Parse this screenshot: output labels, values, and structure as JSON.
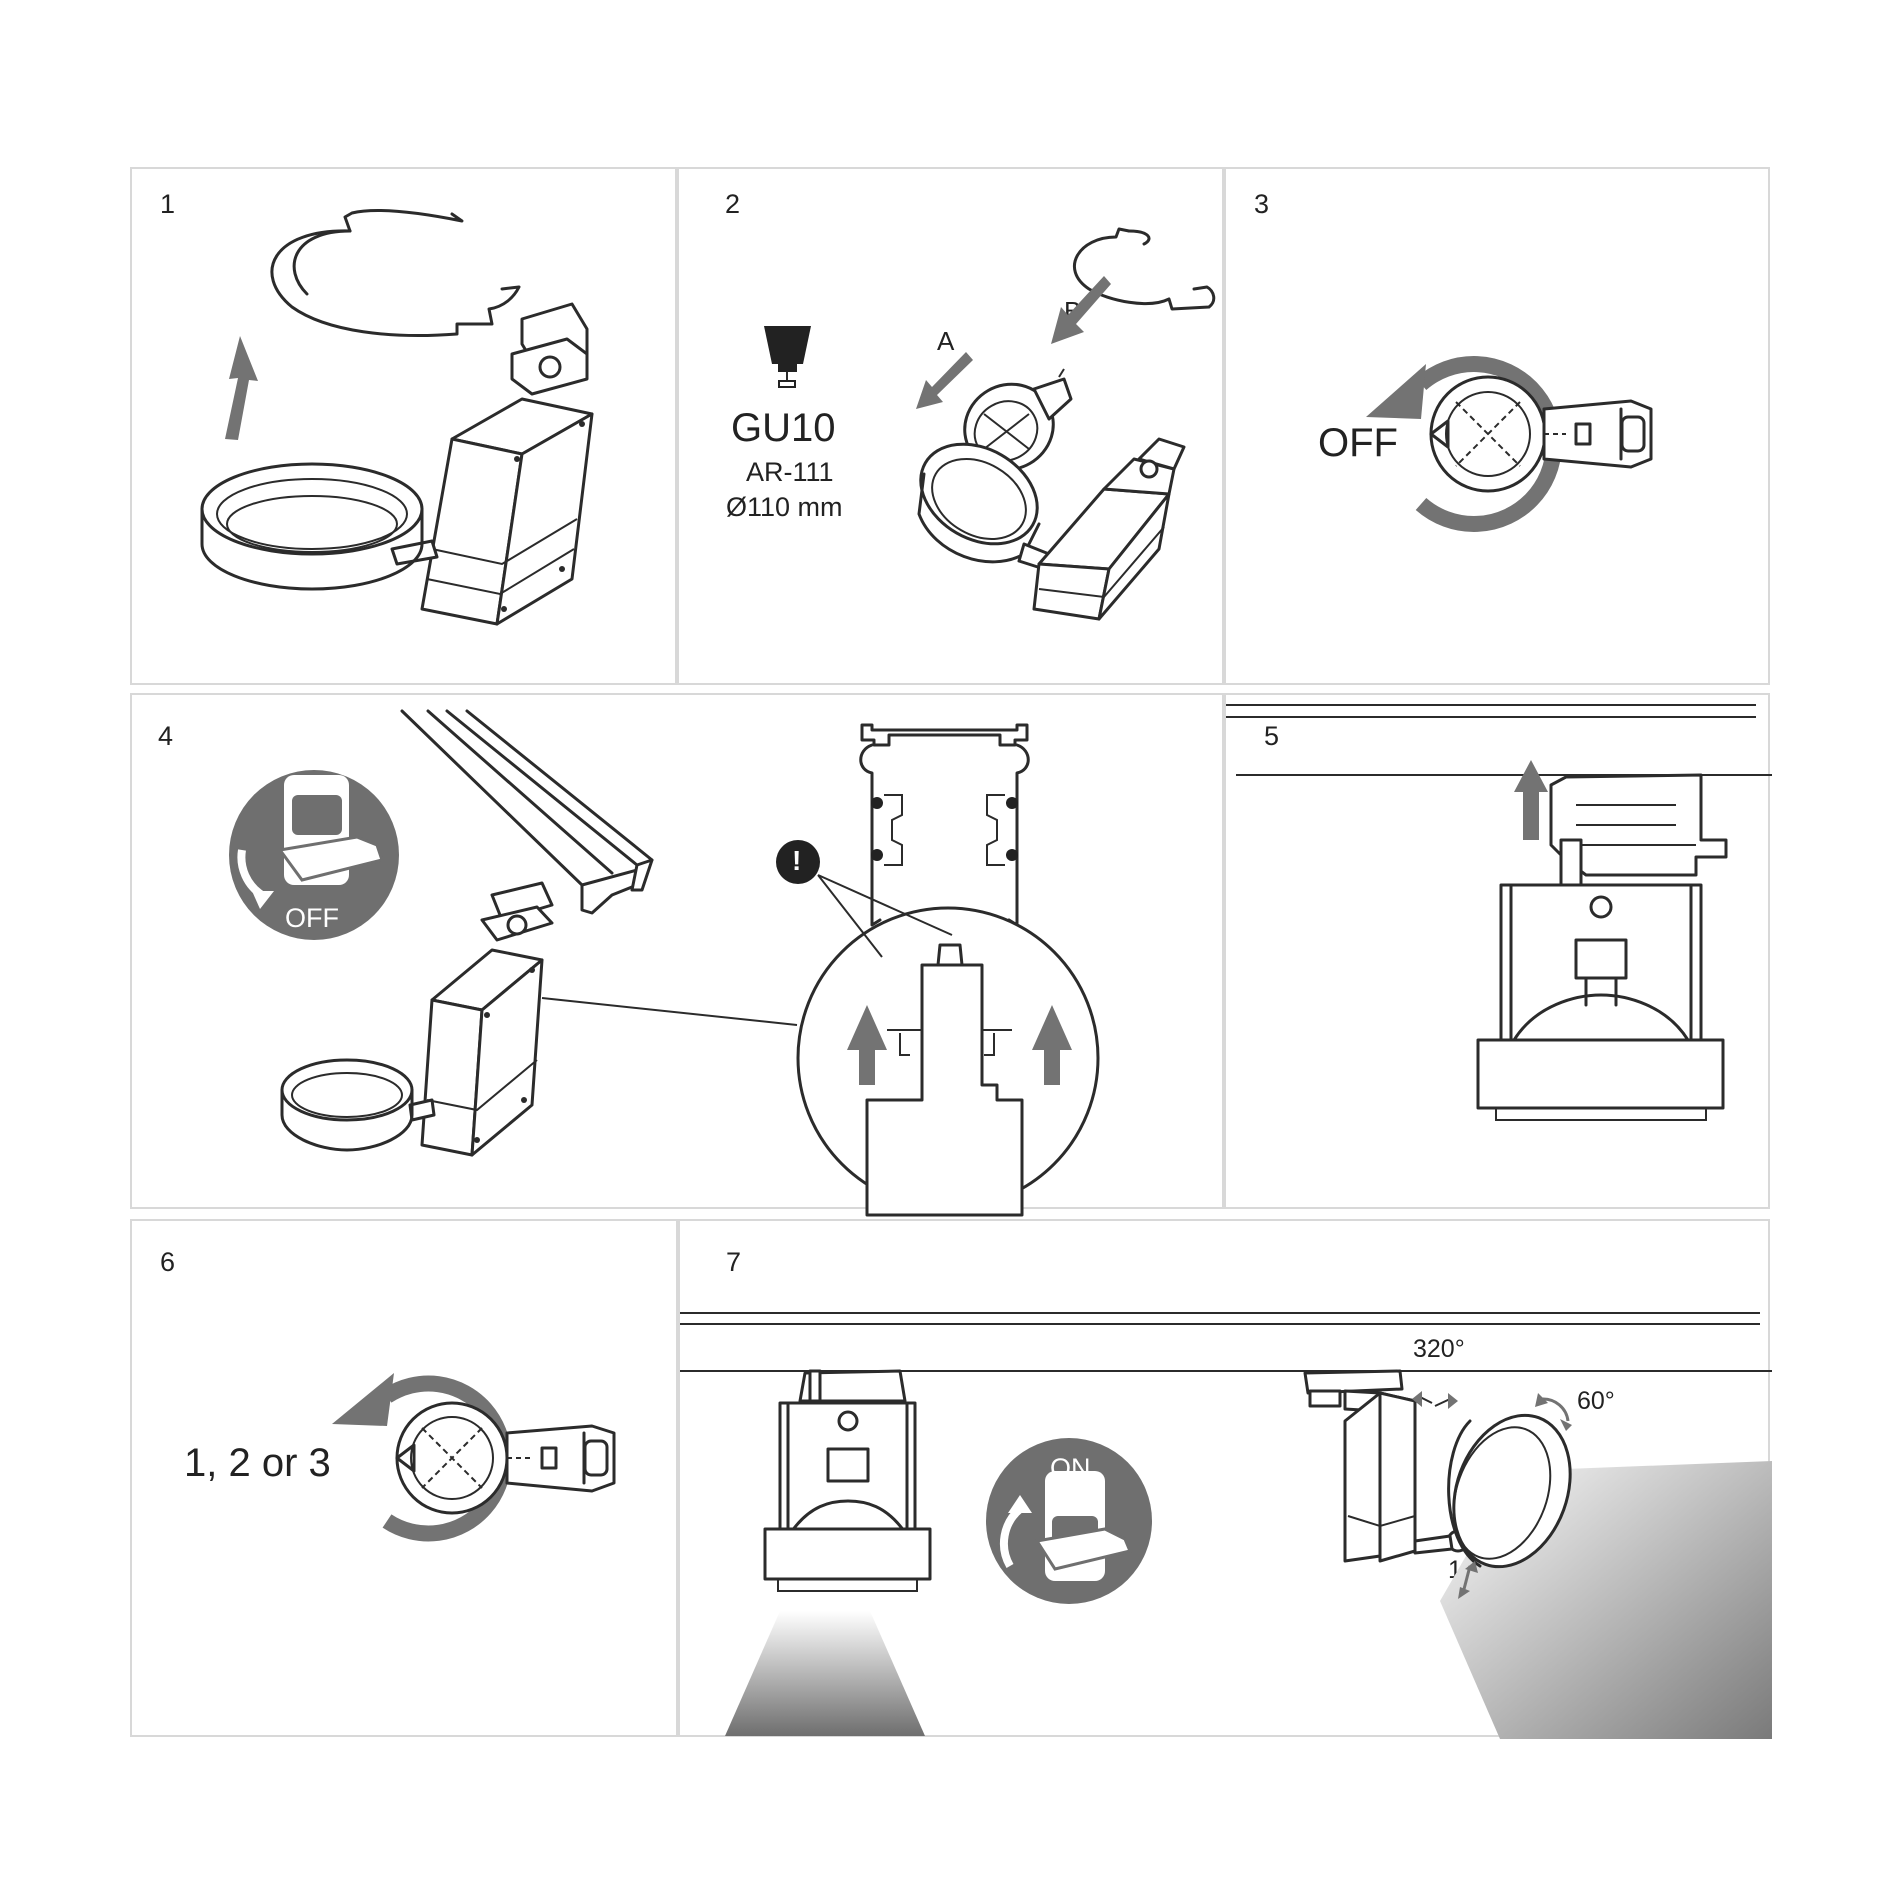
{
  "steps": [
    {
      "number": "1"
    },
    {
      "number": "2",
      "bulb": {
        "type": "GU10",
        "model": "AR-111",
        "diameter": "Ø110 mm"
      },
      "labels": {
        "a": "A",
        "b": "B"
      }
    },
    {
      "number": "3",
      "switch_state": "OFF"
    },
    {
      "number": "4",
      "switch_state": "OFF",
      "warning_symbol": "!"
    },
    {
      "number": "5"
    },
    {
      "number": "6",
      "positions": "1, 2 or 3"
    },
    {
      "number": "7",
      "switch_state": "ON",
      "angles": {
        "rotation": "320°",
        "tilt": "60°",
        "swivel": "180°"
      }
    }
  ],
  "icons": [
    "arrow-up-icon",
    "ring-clip-icon",
    "spotlight-icon",
    "bulb-icon",
    "rotate-icon",
    "power-switch-icon",
    "track-rail-icon",
    "warning-icon",
    "light-beam-icon"
  ],
  "colors": {
    "line": "#2b2b2b",
    "arrow_gray": "#737373",
    "badge_gray": "#6f6f6f",
    "border": "#d8d8d8"
  }
}
